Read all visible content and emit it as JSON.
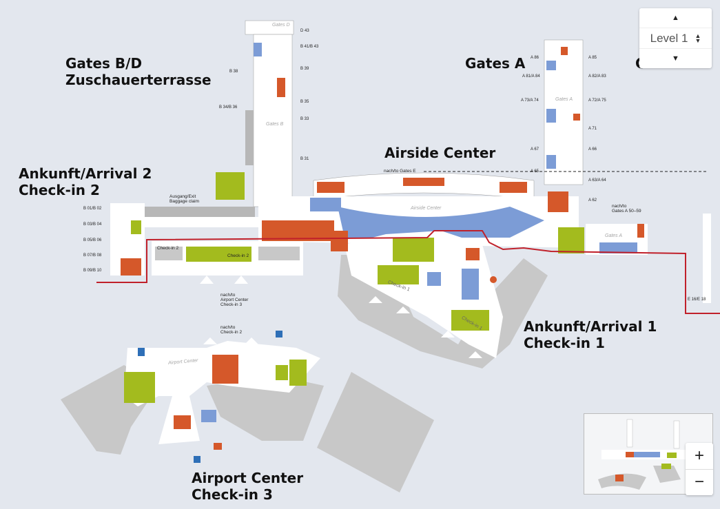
{
  "areas": {
    "gates_bd": "Gates B/D\nZuschauerterrasse",
    "gates_a": "Gates A",
    "gates_c_partial": "C",
    "airside": "Airside Center",
    "arrival2": "Ankunft/Arrival 2\nCheck-in 2",
    "arrival1": "Ankunft/Arrival 1\nCheck-in 1",
    "airport_center": "Airport Center\nCheck-in 3"
  },
  "gates_b_left": [
    "B 38",
    "B 34/B 36"
  ],
  "gates_b_right": [
    "D 43",
    "B 41/B 43",
    "B 39",
    "B 35",
    "B 33",
    "B 31"
  ],
  "gates_b_west": [
    "B 01/B 02",
    "B 03/B 04",
    "B 05/B 06",
    "B 07/B 08",
    "B 09/B 10"
  ],
  "gates_a_left": [
    "A 86",
    "A 81/A 84",
    "A 73/A 74",
    "A 67",
    "A 65"
  ],
  "gates_a_right": [
    "A 85",
    "A 82/A 83",
    "A 72/A 75",
    "A 71",
    "A 66",
    "A 63/A 64",
    "A 62"
  ],
  "gate_e": "E 16/E 18",
  "labels": {
    "to_gates_e": "nach/to Gates E",
    "to_gates_a50": "nach/to\nGates A 50–59",
    "exit_baggage": "Ausgang/Exit\nBaggage claim",
    "to_airport_center": "nach/to\nAirport Center\nCheck-in 3",
    "to_checkin2": "nach/to\nCheck-in 2",
    "checkin2_a": "Check-in 2",
    "checkin2_b": "Check-in 2"
  },
  "inmap": {
    "gates_d": "Gates D",
    "gates_b": "Gates B",
    "gates_a_top": "Gates A",
    "gates_a_small": "Gates A",
    "airside_center": "Airside Center",
    "checkin1_a": "Check-in 1",
    "checkin1_b": "Check-in 1",
    "airport_center": "Airport Center"
  },
  "level": {
    "label": "Level 1"
  },
  "controls": {
    "up": "▲",
    "down": "▼",
    "zoom_in": "+",
    "zoom_out": "−"
  },
  "icons": [
    "parking-icon",
    "walk-icon",
    "elevator-icon",
    "toilet-icon",
    "shop-icon",
    "train-icon"
  ],
  "colors": {
    "background": "#e3e7ee",
    "building": "#ffffff",
    "corridor": "#b7b7b7",
    "shop": "#a3bb1e",
    "food": "#d5582a",
    "service": "#7c9cd6",
    "border": "#c0202a",
    "parking": "#2e6fb7"
  }
}
